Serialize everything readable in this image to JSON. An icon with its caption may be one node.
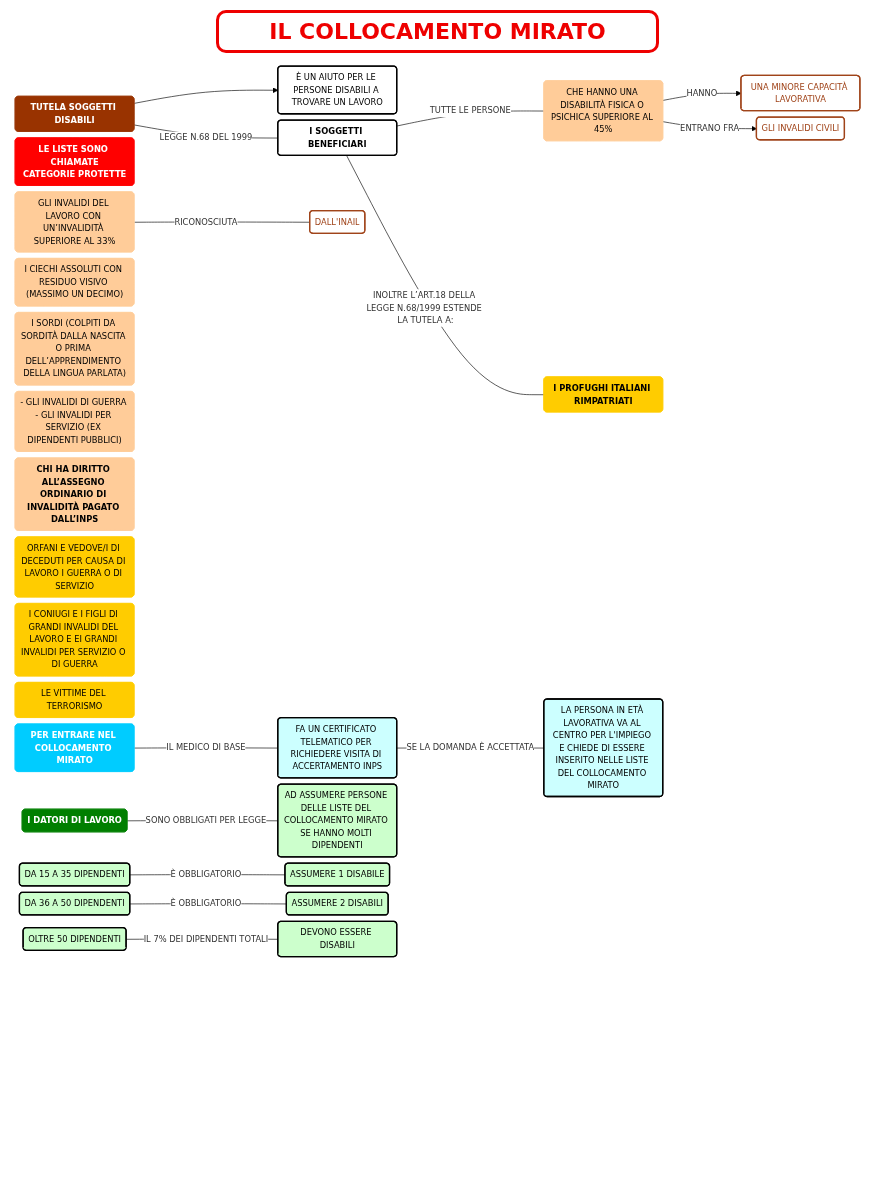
{
  "diagram": {
    "title": "IL COLLOCAMENTO MIRATO",
    "nodes": [
      {
        "text": [
          "TUTELA SOGGETTI DISABILI"
        ]
      },
      {
        "text": [
          "È UN AIUTO PER LE PERSONE DISABILI A TROVARE UN LAVORO"
        ]
      },
      {
        "text": [
          "LE LISTE SONO CHIAMATE",
          "CATEGORIE PROTETTE"
        ]
      },
      {
        "text": [
          "I SOGGETTI BENEFICIARI"
        ]
      },
      {
        "text": [
          "CHE HANNO UNA DISABILITÀ FISICA O PSICHICA SUPERIORE AL 45%"
        ]
      },
      {
        "text": [
          "UNA MINORE CAPACITÀ LAVORATIVA"
        ]
      },
      {
        "text": [
          "GLI INVALIDI CIVILI"
        ]
      },
      {
        "text": [
          "GLI INVALIDI DEL LAVORO CON UN’INVALIDITÀ SUPERIORE AL 33%"
        ]
      },
      {
        "text": [
          "DALL'INAIL"
        ]
      },
      {
        "text": [
          "I CIECHI ASSOLUTI CON RESIDUO VISIVO (MASSIMO UN DECIMO)"
        ]
      },
      {
        "text": [
          "I SORDI (COLPITI DA SORDITÀ DALLA NASCITA O PRIMA DELL’APPRENDIMENTO DELLA LINGUA PARLATA)"
        ]
      },
      {
        "text": [
          "- GLI INVALIDI DI GUERRA - GLI INVALIDI PER SERVIZIO (EX DIPENDENTI PUBBLICI)"
        ]
      },
      {
        "text": [
          "CHI HA DIRITTO ALL’ASSEGNO ORDINARIO DI INVALIDITÀ PAGATO DALL’INPS"
        ]
      },
      {
        "text": [
          "I PROFUGHI ITALIANI RIMPATRIATI"
        ]
      },
      {
        "text": [
          "ORFANI E VEDOVE/I DI DECEDUTI PER CAUSA DI LAVORO I GUERRA O DI SERVIZIO"
        ]
      },
      {
        "text": [
          "I CONIUGI E I FIGLI DI GRANDI INVALIDI DEL LAVORO E EI GRANDI INVALIDI PER SERVIZIO O DI GUERRA"
        ]
      },
      {
        "text": [
          "LE VITTIME DEL TERRORISMO"
        ]
      },
      {
        "text": [
          "PER ENTRARE NEL COLLOCAMENTO MIRATO"
        ]
      },
      {
        "text": [
          "FA UN CERTIFICATO TELEMATICO PER RICHIEDERE VISITA DI ACCERTAMENTO INPS"
        ]
      },
      {
        "text": [
          "LA PERSONA IN ETÀ LAVORATIVA VA AL CENTRO PER L'IMPIEGO E CHIEDE DI ESSERE INSERITO NELLE LISTE DEL COLLOCAMENTO MIRATO"
        ]
      },
      {
        "text": [
          "I DATORI DI LAVORO"
        ]
      },
      {
        "text": [
          "AD ASSUMERE PERSONE DELLE LISTE DEL COLLOCAMENTO MIRATO SE HANNO MOLTI DIPENDENTI"
        ]
      },
      {
        "text": [
          "DA 15 A 35 DIPENDENTI"
        ]
      },
      {
        "text": [
          "ASSUMERE 1 DISABILE"
        ]
      },
      {
        "text": [
          "DA 36 A 50 DIPENDENTI"
        ]
      },
      {
        "text": [
          "ASSUMERE 2 DISABILI"
        ]
      },
      {
        "text": [
          "OLTRE 50 DIPENDENTI"
        ]
      },
      {
        "text": [
          "DEVONO ESSERE DISABILI"
        ]
      }
    ],
    "edges": [
      {
        "from": 0,
        "to": 3,
        "arrow": "none",
        "label": "LEGGE N.68 DEL 1999"
      },
      {
        "from": 0,
        "to": 1,
        "arrow": "to"
      },
      {
        "from": 3,
        "to": 4,
        "arrow": "none",
        "label": "TUTTE LE PERSONE"
      },
      {
        "from": 4,
        "to": 5,
        "arrow": "to",
        "label": "HANNO"
      },
      {
        "from": 4,
        "to": 6,
        "arrow": "to",
        "label": "ENTRANO FRA"
      },
      {
        "from": 7,
        "to": 8,
        "arrow": "none",
        "label": "RICONOSCIUTA"
      },
      {
        "from": 3,
        "to": 13,
        "arrow": "none",
        "label": "INOLTRE L’ART.18 DELLA LEGGE N.68/1999 ESTENDE LA TUTELA A:"
      },
      {
        "from": 17,
        "to": 18,
        "arrow": "none",
        "label": "IL MEDICO DI BASE"
      },
      {
        "from": 18,
        "to": 19,
        "arrow": "none",
        "label": "SE LA DOMANDA È ACCETTATA"
      },
      {
        "from": 20,
        "to": 21,
        "arrow": "none",
        "label": "SONO OBBLIGATI PER LEGGE"
      },
      {
        "from": 22,
        "to": 23,
        "arrow": "none",
        "label": "È OBBLIGATORIO"
      },
      {
        "from": 24,
        "to": 25,
        "arrow": "none",
        "label": "È OBBLIGATORIO"
      },
      {
        "from": 26,
        "to": 27,
        "arrow": "none",
        "label": "IL 7% DEI DIPENDENTI TOTALI"
      }
    ]
  }
}
